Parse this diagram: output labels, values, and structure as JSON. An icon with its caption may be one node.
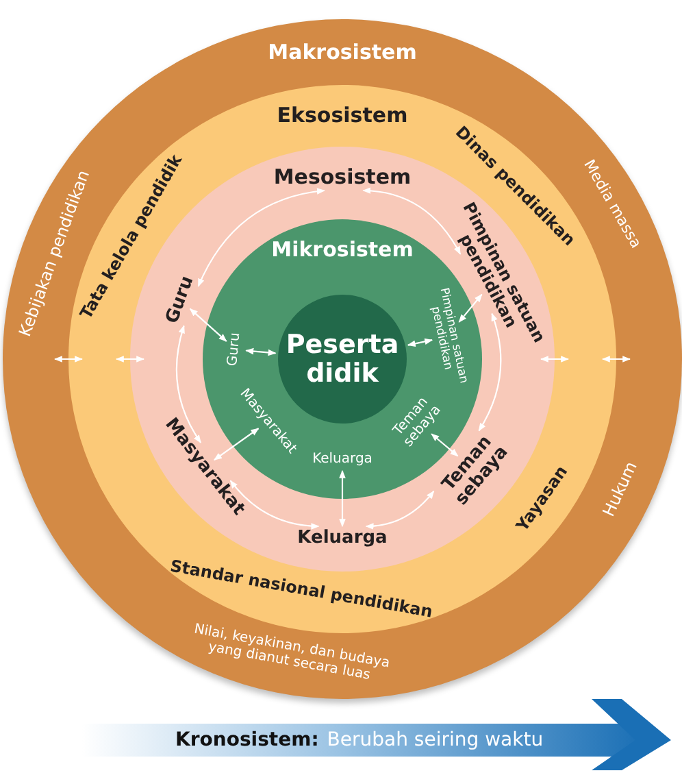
{
  "diagram": {
    "nodes": [
      {
        "text": [
          "Makrosistem"
        ]
      },
      {
        "text": [
          "Eksosistem"
        ],
        "in": 0
      },
      {
        "text": [
          "Mesosistem"
        ],
        "in": 1
      },
      {
        "text": [
          "Mikrosistem"
        ],
        "in": 2
      },
      {
        "text": [
          "Peserta didik"
        ],
        "in": 3
      },
      {
        "text": [
          "Guru"
        ],
        "in": 3
      },
      {
        "text": [
          "Pimpinan satuan pendidikan"
        ],
        "in": 3
      },
      {
        "text": [
          "Masyarakat"
        ],
        "in": 3
      },
      {
        "text": [
          "Keluarga"
        ],
        "in": 3
      },
      {
        "text": [
          "Teman sebaya"
        ],
        "in": 3
      },
      {
        "text": [
          "Guru"
        ],
        "in": 2
      },
      {
        "text": [
          "Pimpinan satuan pendidikan"
        ],
        "in": 2
      },
      {
        "text": [
          "Masyarakat"
        ],
        "in": 2
      },
      {
        "text": [
          "Keluarga"
        ],
        "in": 2
      },
      {
        "text": [
          "Teman sebaya"
        ],
        "in": 2
      },
      {
        "text": [
          "Tata kelola pendidik"
        ],
        "in": 1
      },
      {
        "text": [
          "Dinas pendidikan"
        ],
        "in": 1
      },
      {
        "text": [
          "Yayasan"
        ],
        "in": 1
      },
      {
        "text": [
          "Standar nasional pendidikan"
        ],
        "in": 1
      },
      {
        "text": [
          "Kebijakan pendidikan"
        ],
        "in": 0
      },
      {
        "text": [
          "Media massa"
        ],
        "in": 0
      },
      {
        "text": [
          "Hukum"
        ],
        "in": 0
      },
      {
        "text": [
          "Nilai, keyakinan, dan budaya yang dianut secara luas"
        ],
        "in": 0
      }
    ],
    "edges": [
      {
        "from": 4,
        "to": 5,
        "arrow": "both"
      },
      {
        "from": 4,
        "to": 6,
        "arrow": "both"
      },
      {
        "from": 5,
        "to": 10,
        "arrow": "both"
      },
      {
        "from": 6,
        "to": 11,
        "arrow": "both"
      },
      {
        "from": 7,
        "to": 12,
        "arrow": "both"
      },
      {
        "from": 8,
        "to": 13,
        "arrow": "both"
      },
      {
        "from": 9,
        "to": 14,
        "arrow": "both"
      },
      {
        "from": 2,
        "to": 10,
        "arrow": "both"
      },
      {
        "from": 2,
        "to": 11,
        "arrow": "both"
      },
      {
        "from": 10,
        "to": 12,
        "arrow": "both"
      },
      {
        "from": 12,
        "to": 13,
        "arrow": "both"
      },
      {
        "from": 13,
        "to": 14,
        "arrow": "both"
      },
      {
        "from": 14,
        "to": 11,
        "arrow": "both"
      }
    ],
    "labels": [
      "Kronosistem:",
      "Berubah seiring waktu"
    ]
  }
}
